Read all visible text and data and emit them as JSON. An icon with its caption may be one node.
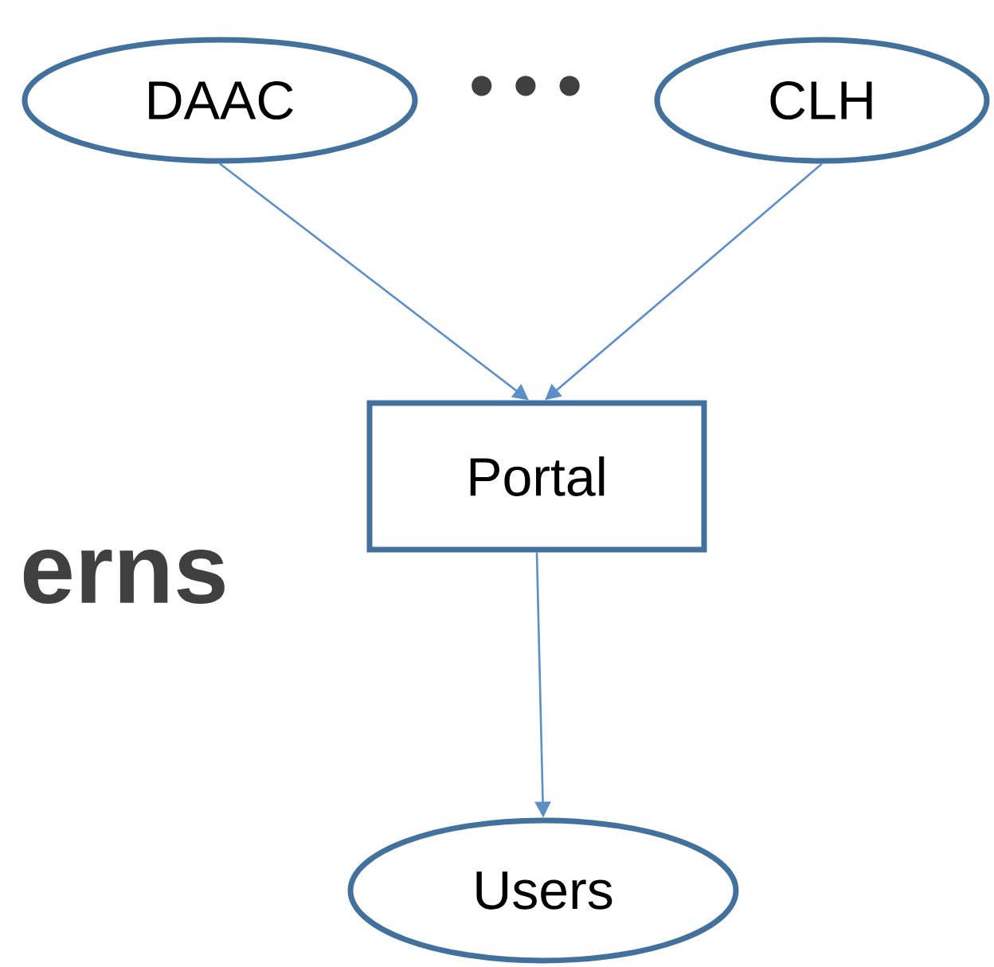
{
  "diagram": {
    "nodes": [
      {
        "text": [
          "DAAC"
        ]
      },
      {
        "text": [
          "CLH"
        ]
      },
      {
        "text": [
          "Portal"
        ]
      },
      {
        "text": [
          "Users"
        ]
      }
    ],
    "edges": [
      {
        "from": 0,
        "to": 2,
        "arrow": "to"
      },
      {
        "from": 1,
        "to": 2,
        "arrow": "to"
      },
      {
        "from": 2,
        "to": 3,
        "arrow": "to"
      }
    ],
    "labels": [
      "• • •",
      "erns"
    ]
  }
}
